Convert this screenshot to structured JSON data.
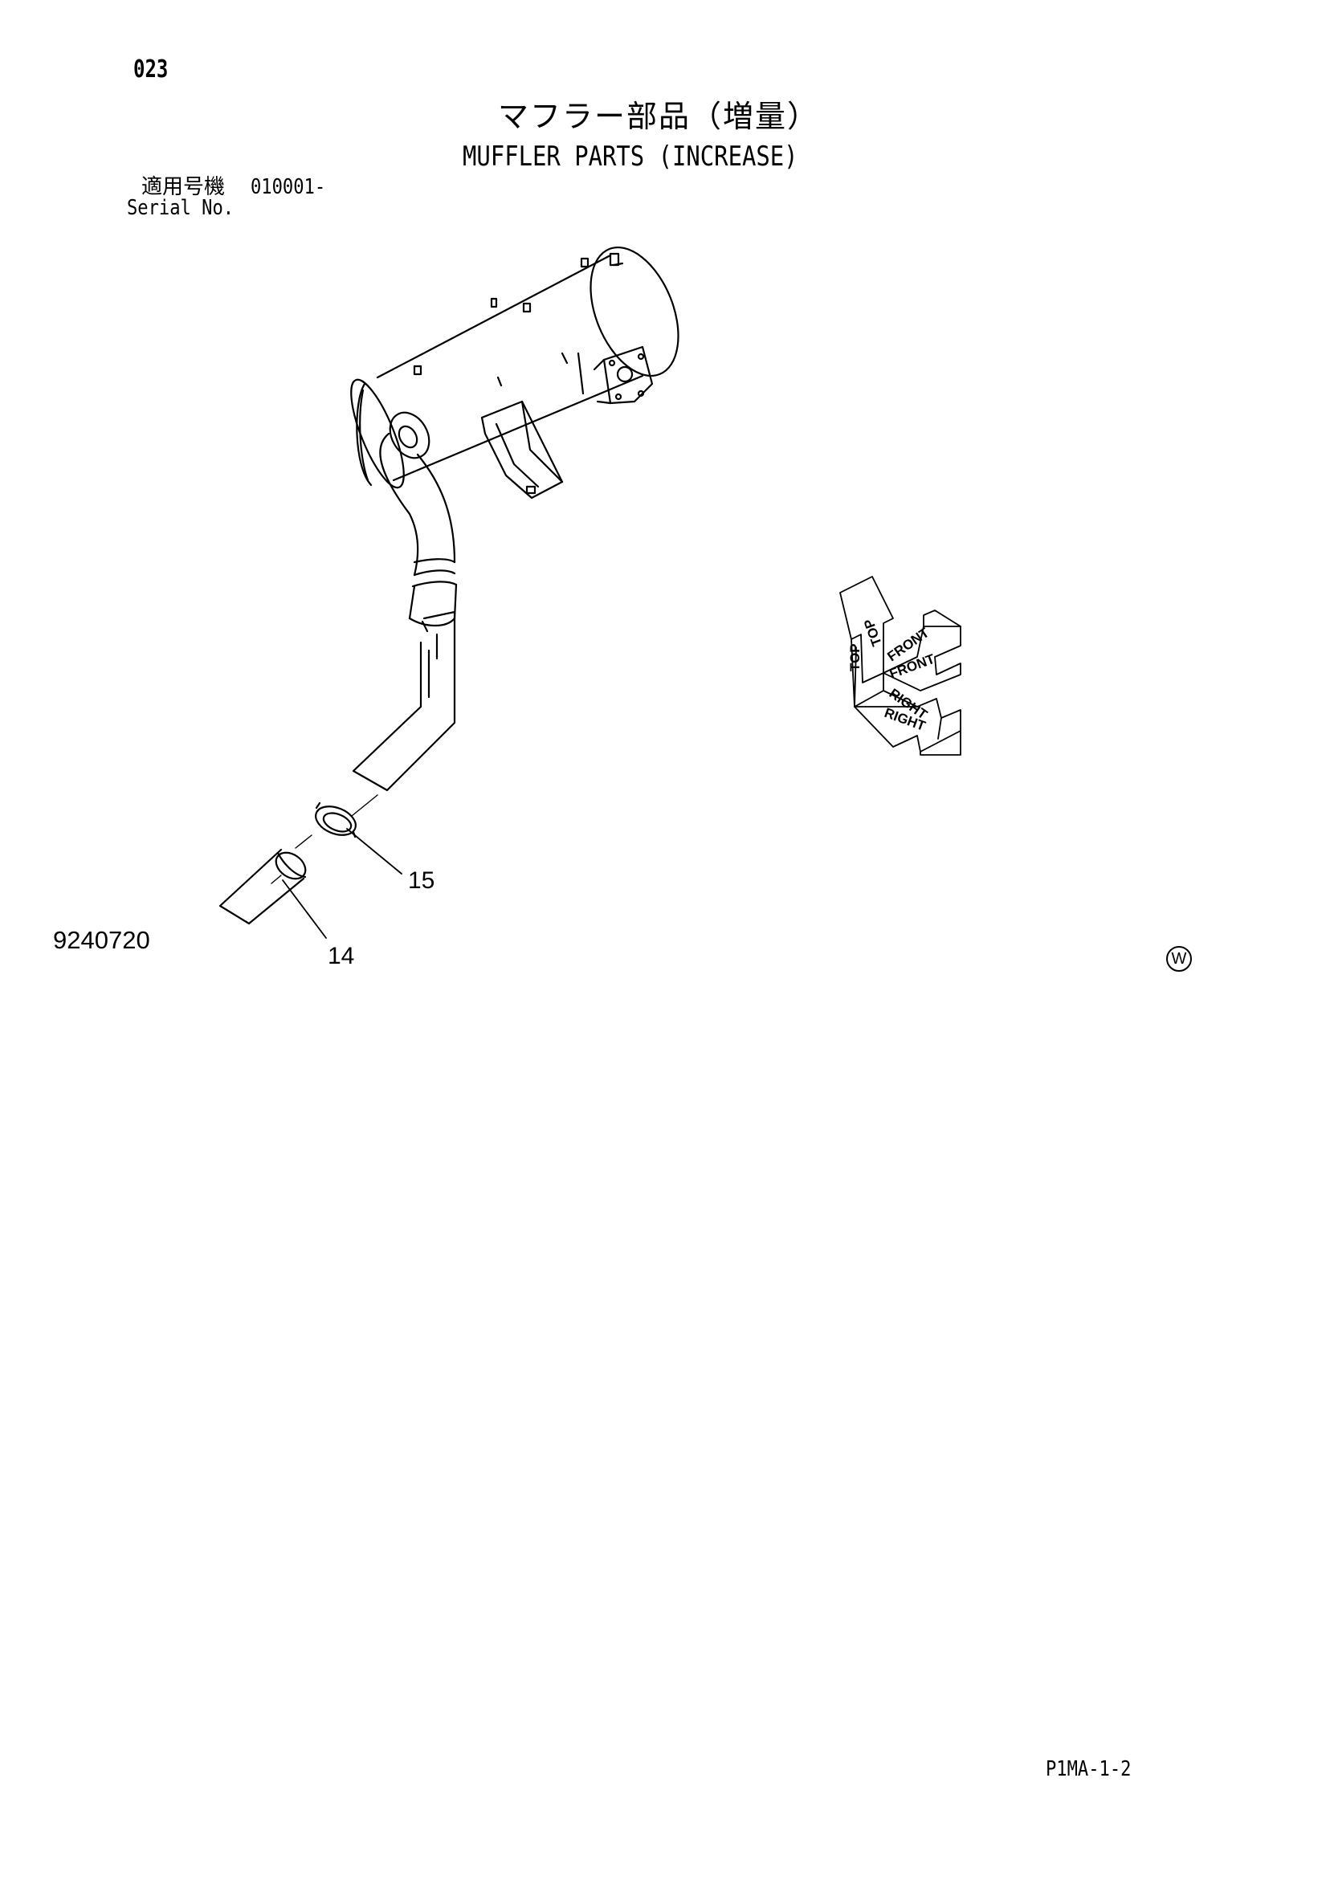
{
  "header": {
    "page_number": "023",
    "title_jp": "マフラー部品（増量）",
    "title_en": "MUFFLER PARTS (INCREASE)"
  },
  "serial": {
    "label_jp": "適用号機",
    "value": "010001-",
    "label_en": "Serial No."
  },
  "figure": {
    "number": "9240720",
    "callouts": [
      "15",
      "14"
    ],
    "orientation_labels": [
      "TOP",
      "TOP",
      "FRONT",
      "FRONT",
      "RIGHT",
      "RIGHT"
    ],
    "mark": "W",
    "icons": [
      "muffler-drawing",
      "orientation-cube-icon"
    ]
  },
  "footer": {
    "page_code": "P1MA-1-2"
  }
}
